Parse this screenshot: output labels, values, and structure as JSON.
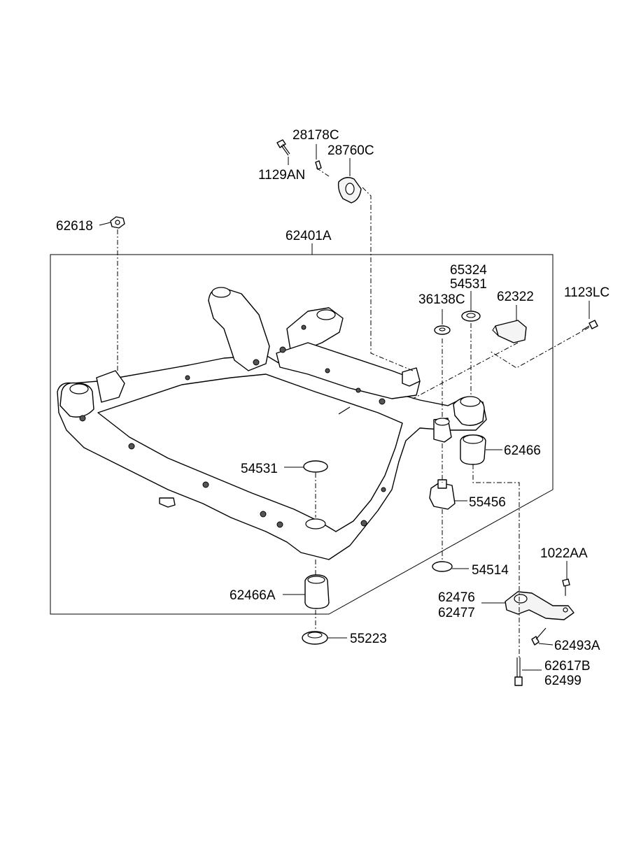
{
  "labels": {
    "p28178C": "28178C",
    "p28760C": "28760C",
    "p1129AN": "1129AN",
    "p62618": "62618",
    "p62401A": "62401A",
    "p65324": "65324",
    "p54531_top": "54531",
    "p36138C": "36138C",
    "p62322": "62322",
    "p1123LC": "1123LC",
    "p62466": "62466",
    "p54531_mid": "54531",
    "p55456": "55456",
    "p54514": "54514",
    "p1022AA": "1022AA",
    "p62466A": "62466A",
    "p62476": "62476",
    "p62477": "62477",
    "p55223": "55223",
    "p62493A": "62493A",
    "p62617B": "62617B",
    "p62499": "62499"
  }
}
